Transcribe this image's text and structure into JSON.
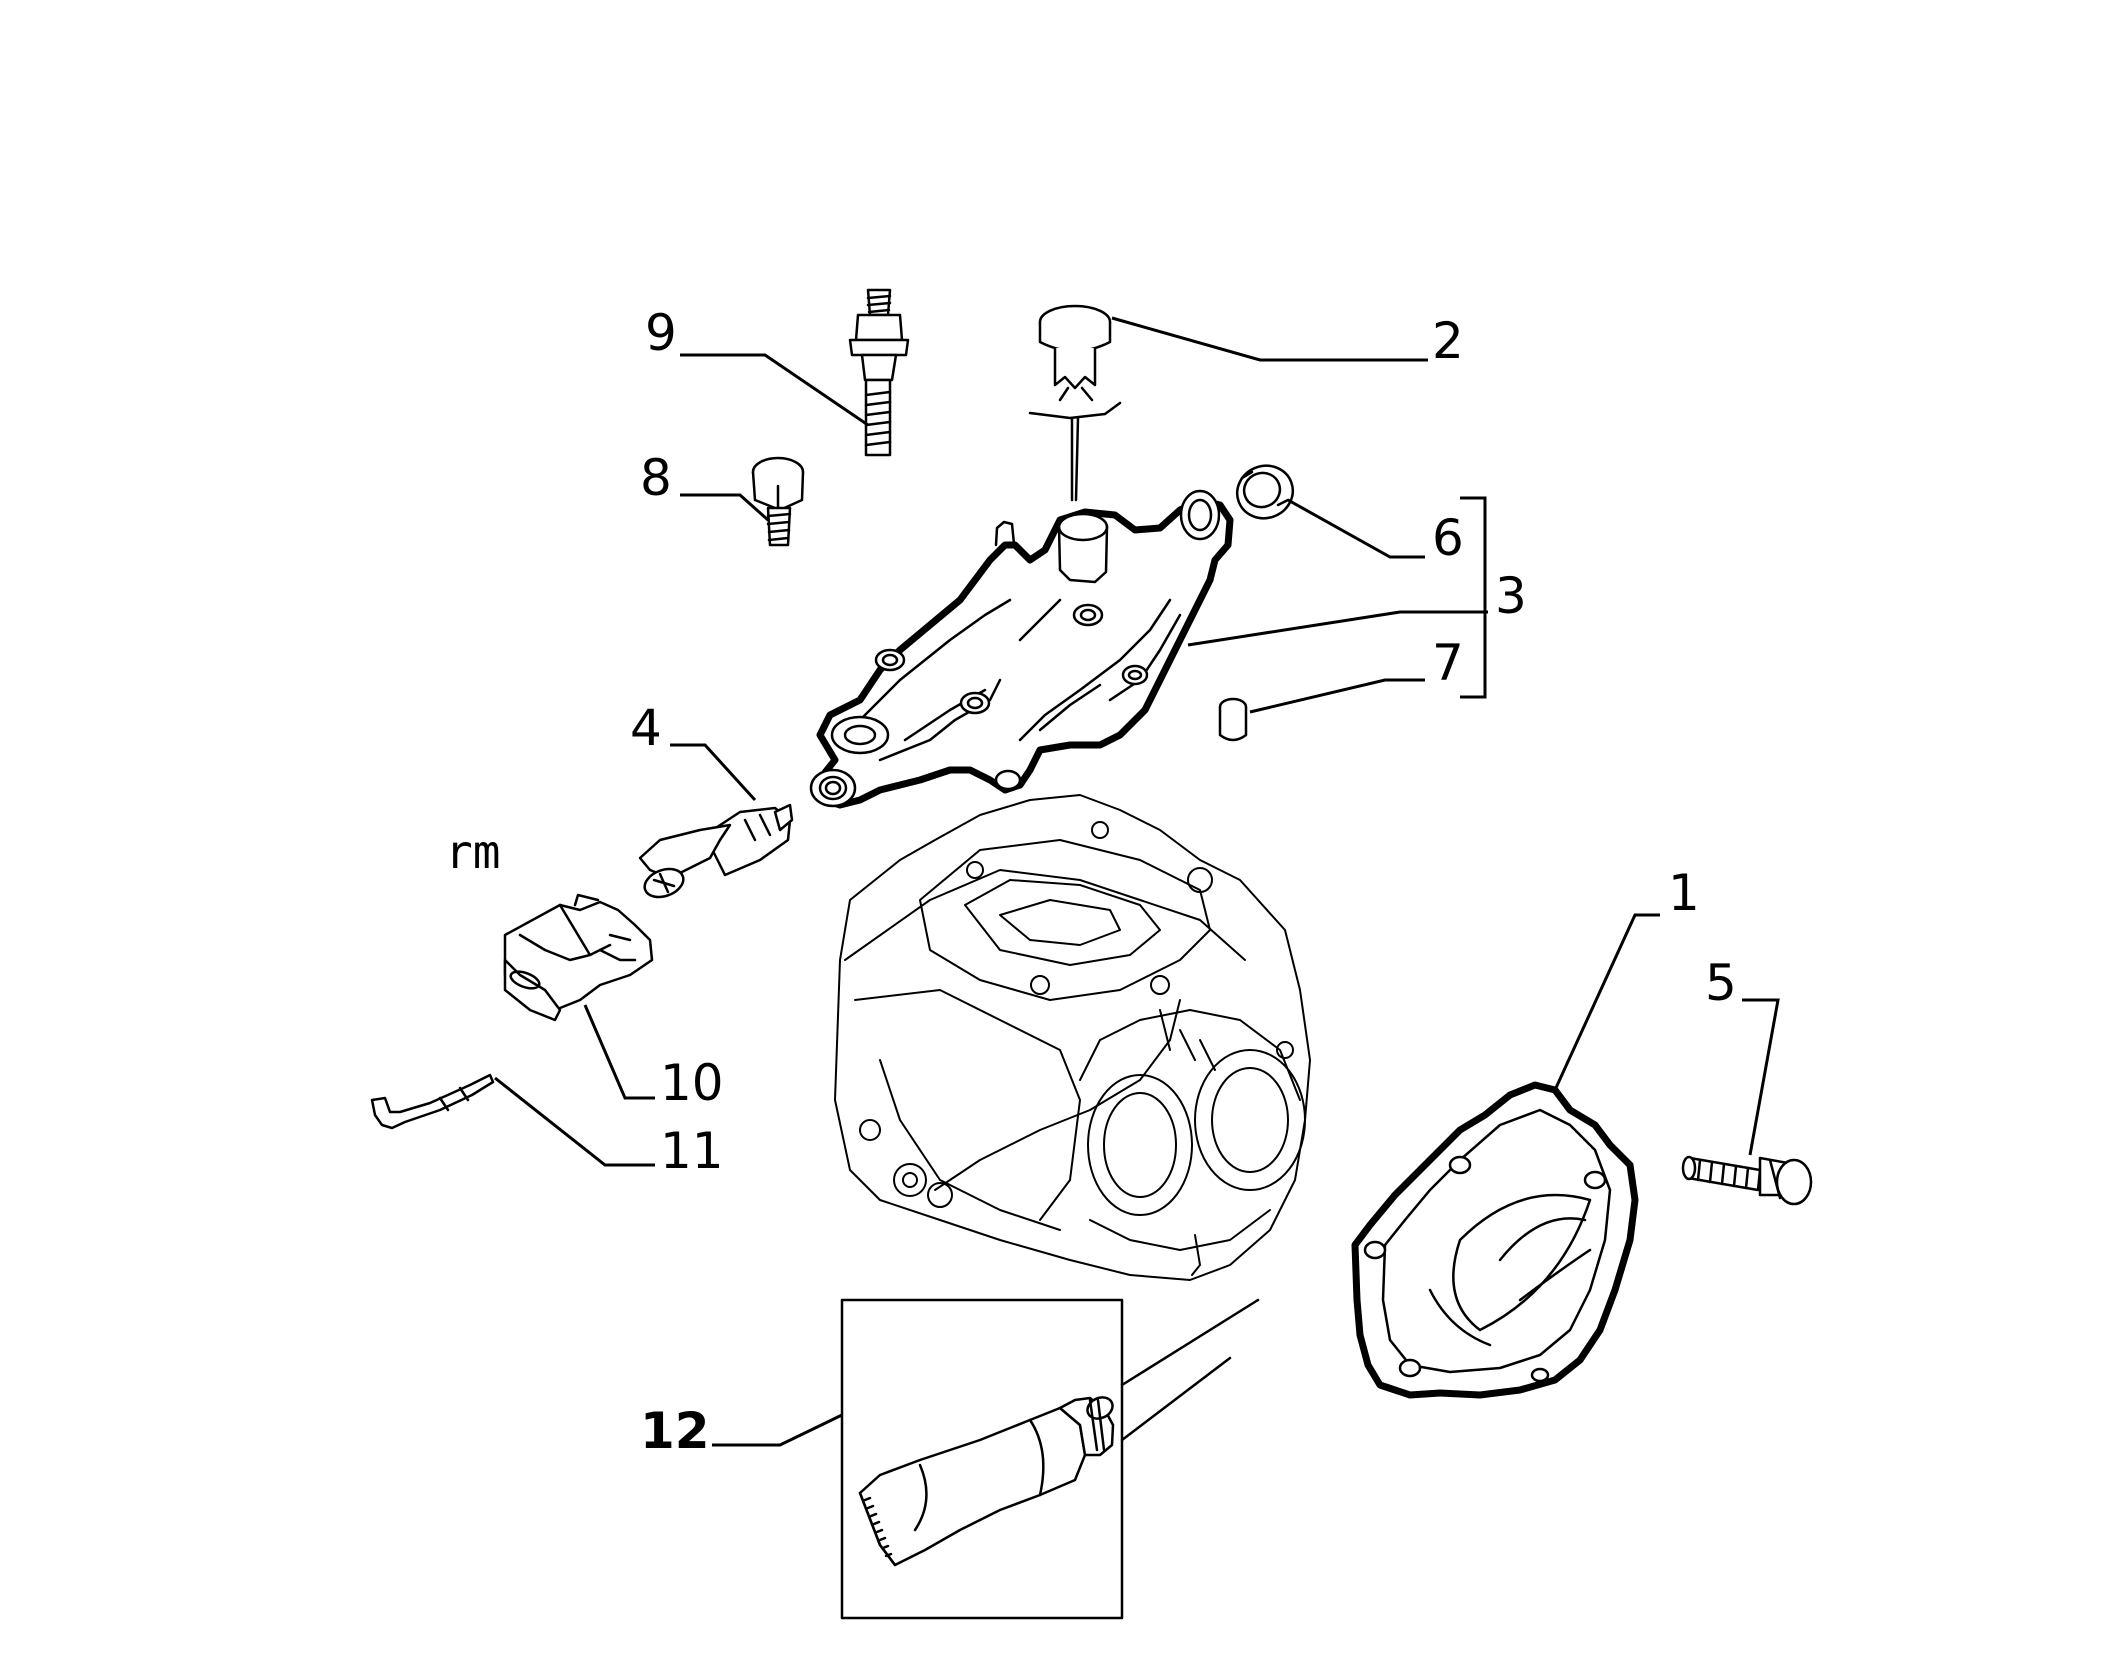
{
  "diagram": {
    "note_label": "rm",
    "callouts": [
      {
        "id": "1",
        "text": "1"
      },
      {
        "id": "2",
        "text": "2"
      },
      {
        "id": "3",
        "text": "3"
      },
      {
        "id": "4",
        "text": "4"
      },
      {
        "id": "5",
        "text": "5"
      },
      {
        "id": "6",
        "text": "6"
      },
      {
        "id": "7",
        "text": "7"
      },
      {
        "id": "8",
        "text": "8"
      },
      {
        "id": "9",
        "text": "9"
      },
      {
        "id": "10",
        "text": "10"
      },
      {
        "id": "11",
        "text": "11"
      },
      {
        "id": "12",
        "text": "12"
      }
    ]
  }
}
